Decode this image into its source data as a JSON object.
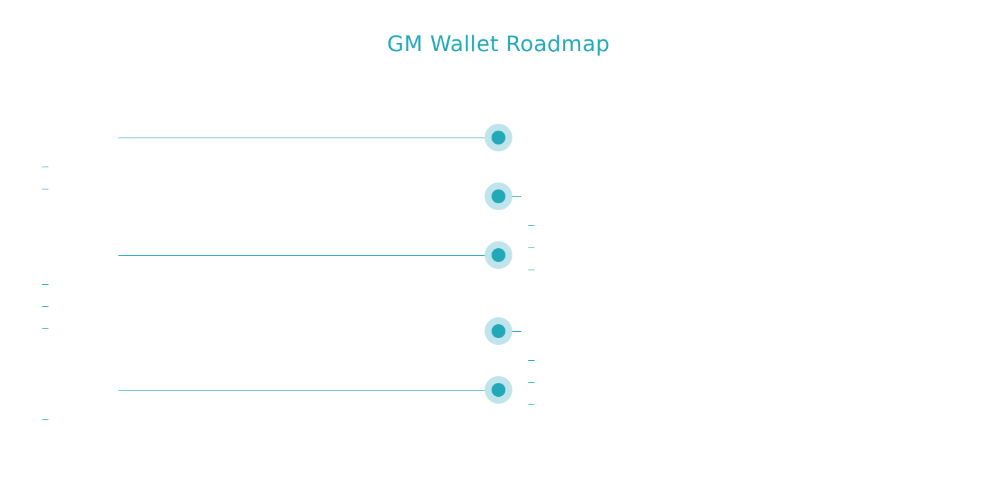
{
  "title": "GM Wallet Roadmap",
  "colors": {
    "accent": "#22a8b7",
    "halo": "#bfe4eb"
  },
  "milestones": [
    {
      "side": "left",
      "bullet_count": 2
    },
    {
      "side": "right",
      "bullet_count": 3
    },
    {
      "side": "left",
      "bullet_count": 3
    },
    {
      "side": "right",
      "bullet_count": 3
    },
    {
      "side": "left",
      "bullet_count": 1
    }
  ]
}
